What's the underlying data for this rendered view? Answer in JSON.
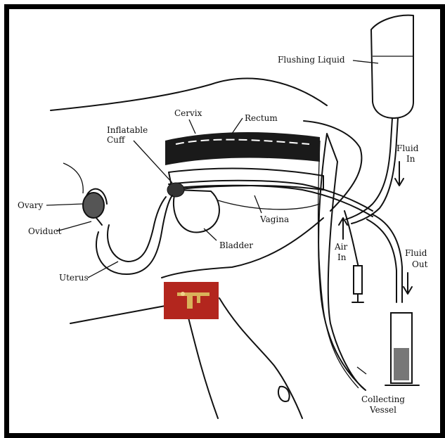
{
  "labels": {
    "flushing_liquid": "Flushing Liquid",
    "cervix": "Cervix",
    "rectum": "Rectum",
    "inflatable_cuff_1": "Inflatable",
    "inflatable_cuff_2": "Cuff",
    "fluid_in_1": "Fluid",
    "fluid_in_2": "In",
    "ovary": "Ovary",
    "oviduct": "Oviduct",
    "vagina": "Vagina",
    "bladder": "Bladder",
    "air_in_1": "Air",
    "air_in_2": "In",
    "fluid_out_1": "Fluid",
    "fluid_out_2": "Out",
    "uterus": "Uterus",
    "collecting_vessel_1": "Collecting",
    "collecting_vessel_2": "Vessel"
  },
  "colors": {
    "ink": "#111111",
    "inset_red": "#b3261e",
    "inset_gold": "#d9b25a"
  }
}
